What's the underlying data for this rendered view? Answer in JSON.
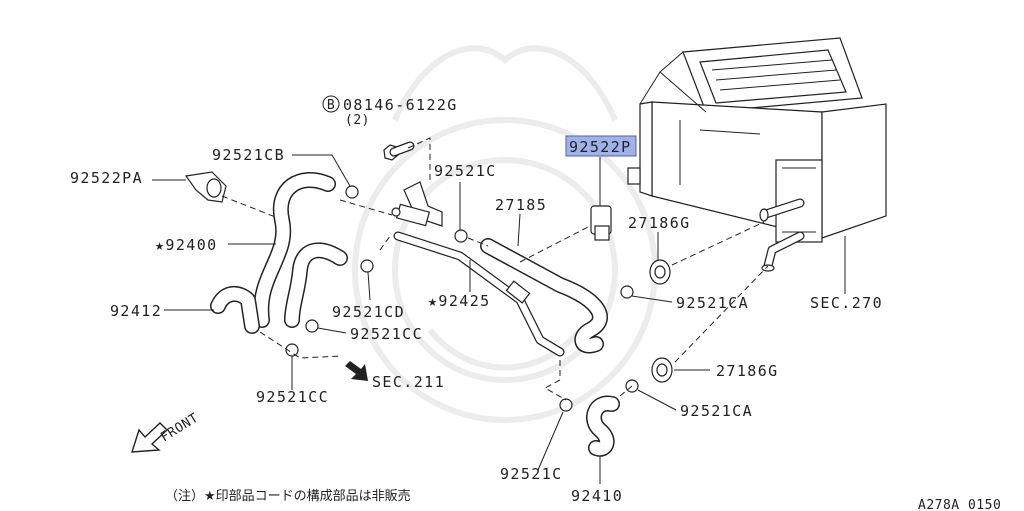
{
  "labels": {
    "bolt_ref_symbol": "B",
    "bolt_part": "08146-6122G",
    "bolt_qty": "(2)",
    "p92521CB": "92521CB",
    "p92522PA": "92522PA",
    "p92521C_top": "92521C",
    "p92522P": "92522P",
    "p27185": "27185",
    "p27186G_top": "27186G",
    "p92400": "★92400",
    "p92521CD": "92521CD",
    "p92425": "★92425",
    "p92521CA_top": "92521CA",
    "sec270": "SEC.270",
    "p92412": "92412",
    "p92521CC_right": "92521CC",
    "p27186G_bottom": "27186G",
    "sec211": "SEC.211",
    "p92521CC_bottom": "92521CC",
    "p92521CA_bottom": "92521CA",
    "front": "FRONT",
    "p92521C_bottom": "92521C",
    "p92410": "92410",
    "note": "（注）★印部品コードの構成部品は非販売",
    "diagram_code": "A278A 0150"
  },
  "colors": {
    "highlight": "#9fb2ea",
    "line": "#222222",
    "watermark": "#ececec"
  }
}
